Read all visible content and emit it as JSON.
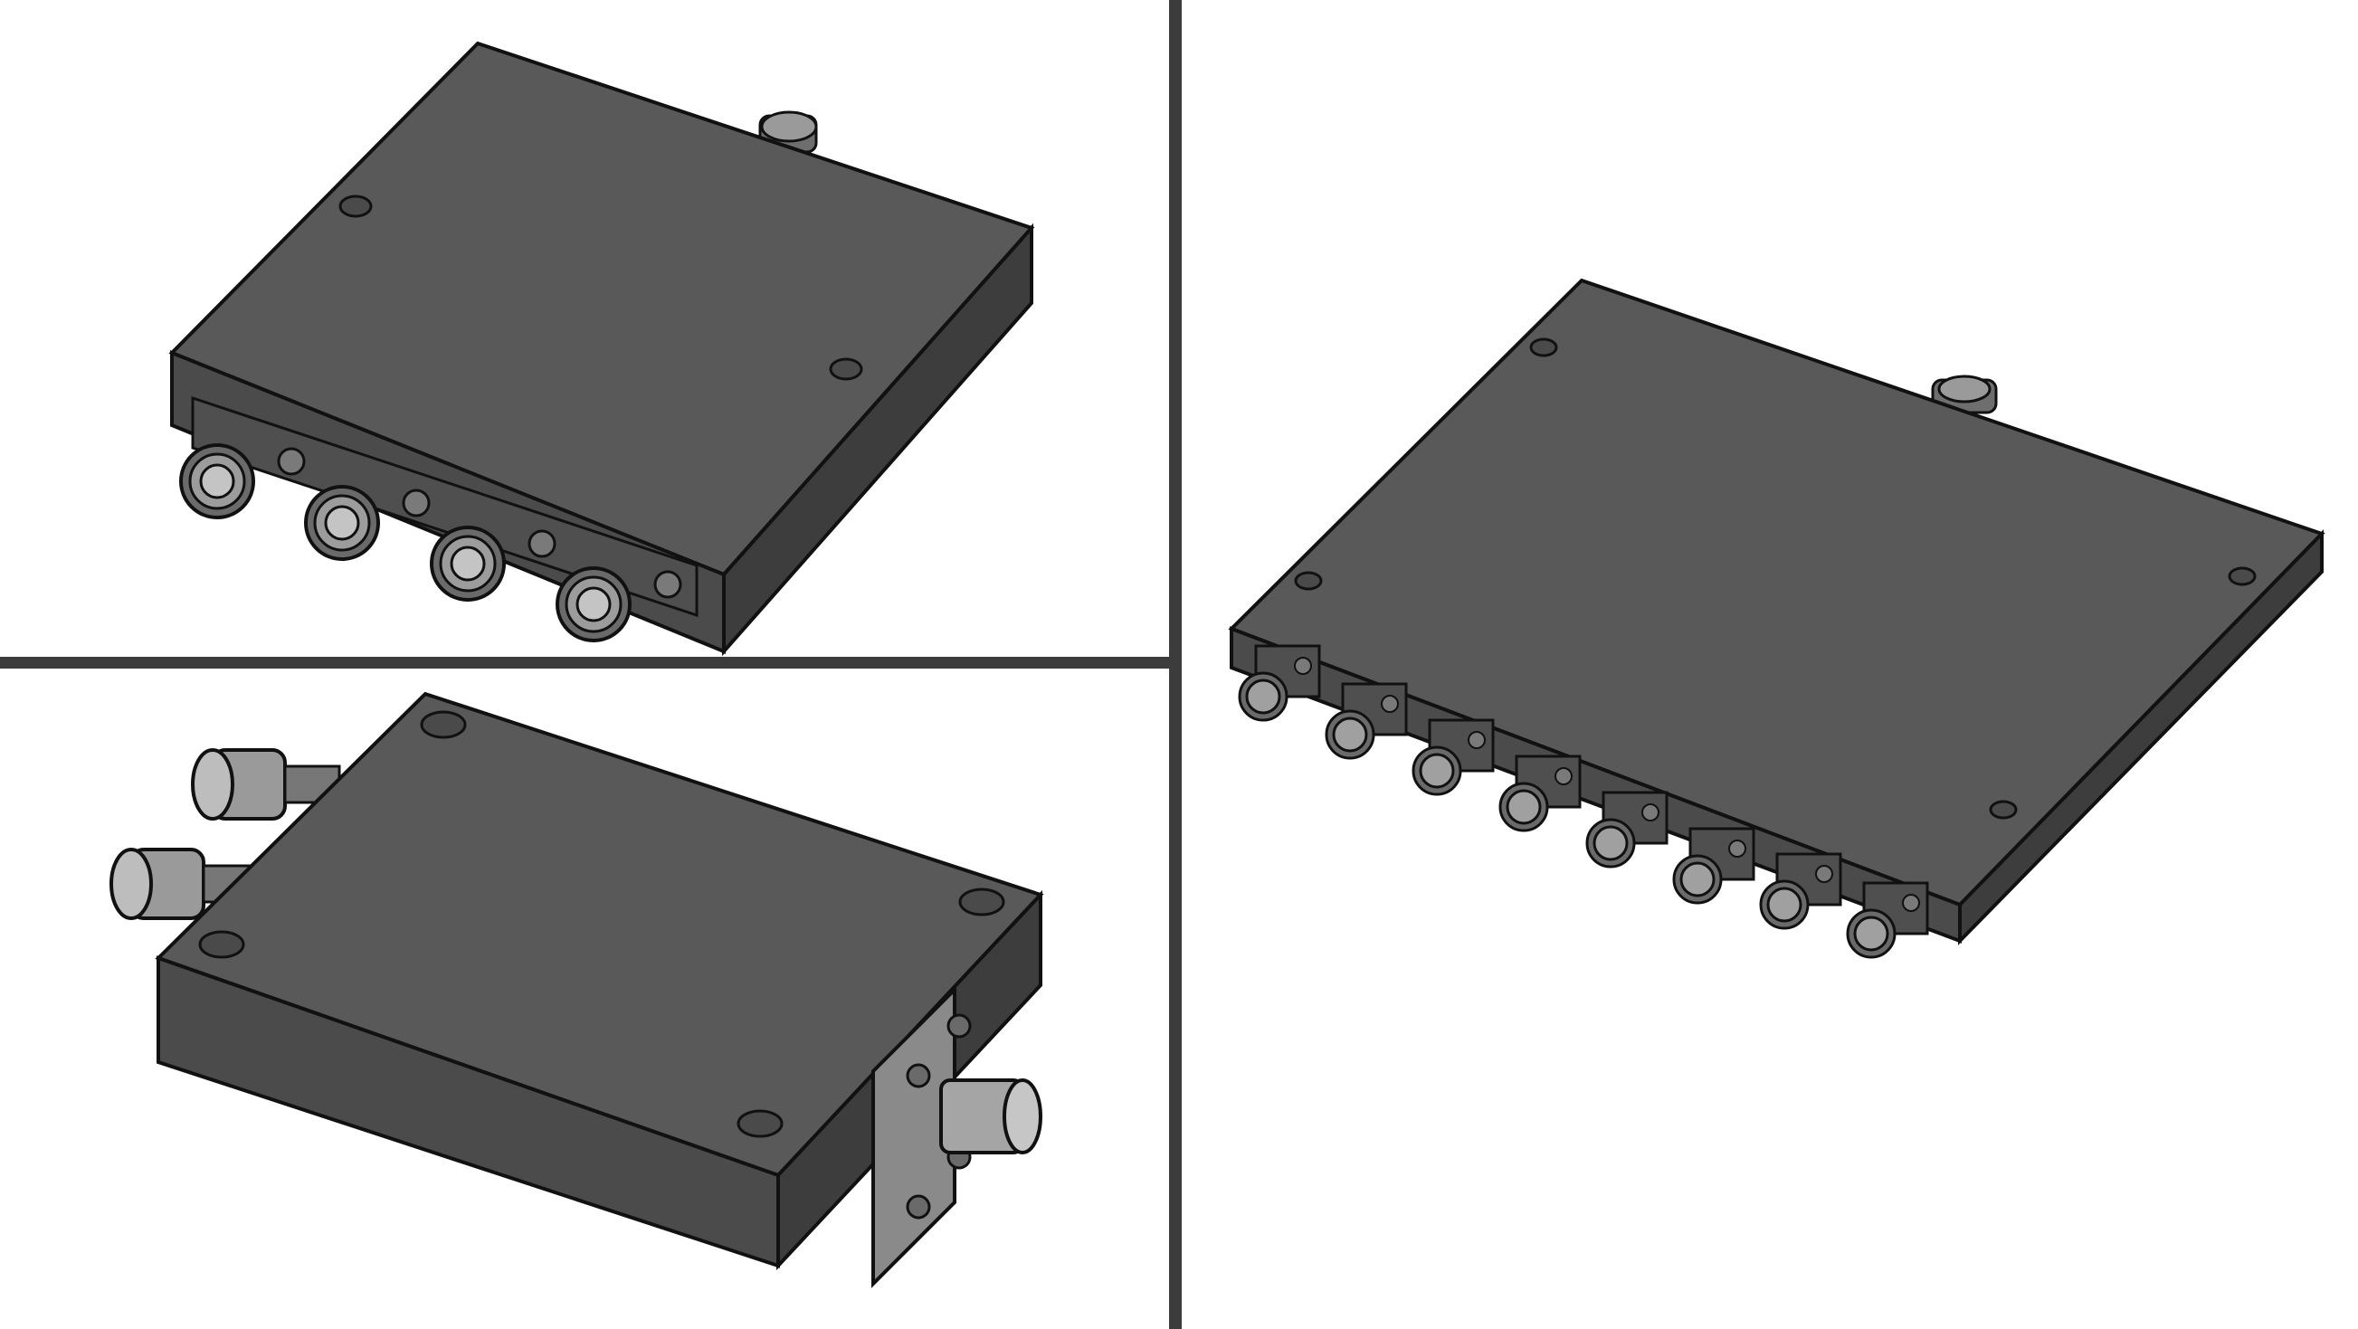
{
  "colors": {
    "background": "#ffffff",
    "divider": "#3c3c3c",
    "top_face": "#5a5a5a",
    "front_face": "#4a4a4a",
    "side_face": "#3e3e3e",
    "edge_line": "#111111",
    "connector_light": "#b8b8b8",
    "connector_mid": "#7a7a7a",
    "connector_dark": "#333333"
  },
  "panels": [
    {
      "name": "four-way-splitter-view",
      "output_connectors": 4
    },
    {
      "name": "two-way-splitter-view",
      "output_connectors": 2
    },
    {
      "name": "eight-way-splitter-view",
      "output_connectors": 8
    }
  ]
}
